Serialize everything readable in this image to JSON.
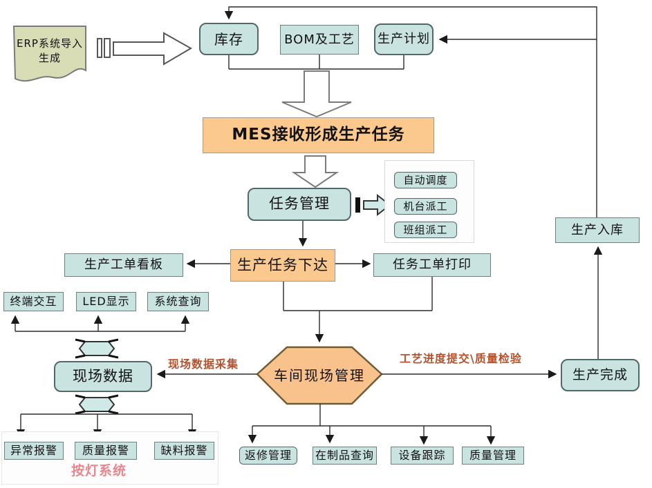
{
  "diagram": {
    "erp": {
      "line1": "ERP系统导入",
      "line2": "生成"
    },
    "nodes": {
      "inventory": "库存",
      "bom": "BOM及工艺",
      "plan": "生产计划",
      "mes": "MES接收形成生产任务",
      "task_mgmt": "任务管理",
      "auto_sched": "自动调度",
      "machine_dispatch": "机台派工",
      "team_dispatch": "班组派工",
      "task_release": "生产任务下达",
      "kanban": "生产工单看板",
      "work_order_print": "任务工单打印",
      "terminal": "终端交互",
      "led": "LED显示",
      "sys_query": "系统查询",
      "field_data": "现场数据",
      "workshop_mgmt": "车间现场管理",
      "production_done": "生产完成",
      "warehouse_in": "生产入库",
      "alarm_abnormal": "异常报警",
      "alarm_quality": "质量报警",
      "alarm_material": "缺料报警",
      "rework": "返修管理",
      "wip_query": "在制品查询",
      "equipment_track": "设备跟踪",
      "quality_mgmt": "质量管理"
    },
    "annotations": {
      "field_collection": "现场数据采集",
      "process_submit": "工艺进度提交\\质量检验",
      "andon": "按灯系统"
    },
    "colors": {
      "node_fill": "#c9e3e0",
      "node_border": "#53666a",
      "accent_fill": "#fbc98e",
      "hexagon_border": "#6e5c35",
      "document_fill": "#d9ddb5",
      "annotation_red": "#b5512b",
      "andon_pink": "#e8868e",
      "line": "#222222"
    }
  }
}
